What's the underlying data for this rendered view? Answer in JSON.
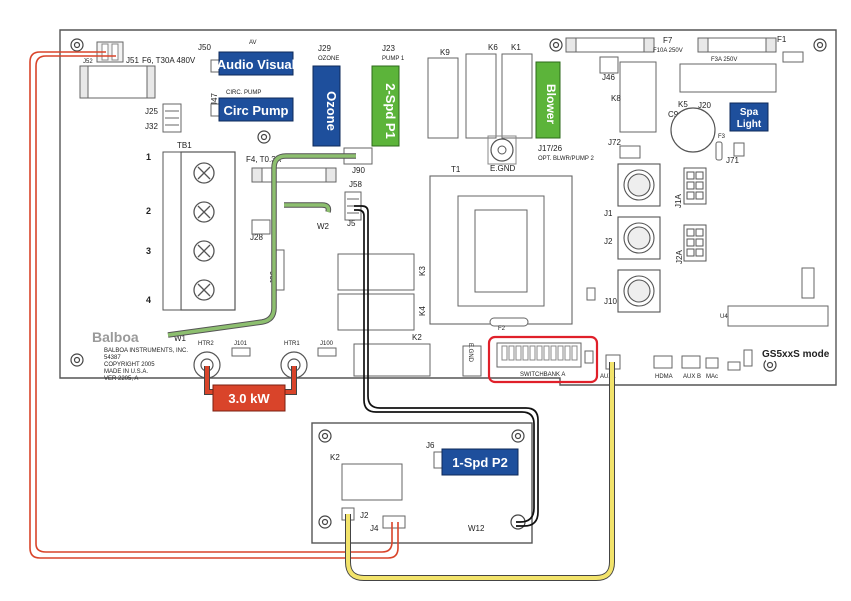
{
  "main_board": {
    "fuse_f6": "F6, T30A 480V",
    "j51": "J51",
    "j52": "J52",
    "j50": "J50",
    "j50_top": "AV",
    "j47": "J47",
    "j47_sub": "CIRC. PUMP",
    "j25": "J25",
    "j32": "J32",
    "j29": "J29",
    "j29_sub": "OZONE",
    "j23": "J23",
    "j23_sub": "PUMP 1",
    "k9": "K9",
    "k6": "K6",
    "k1": "K1",
    "f7": "F7",
    "f7_rating": "F10A 250V",
    "f1": "F1",
    "f3": "F3A 250V",
    "j46": "J46",
    "k8": "K8",
    "k5": "K5",
    "c9": "C9",
    "j20": "J20",
    "f3_small": "F3",
    "j71": "J71",
    "j72": "J72",
    "j17_26": "J17/26",
    "j17_sub": "OPT. BLWR/PUMP 2",
    "egnd": "E.GND",
    "tb1": "TB1",
    "tb1_positions": [
      "1",
      "2",
      "3",
      "4"
    ],
    "f4": "F4, T0.3A",
    "j90": "J90",
    "j58": "J58",
    "j5x": "J5",
    "w2": "W2",
    "j28": "J28",
    "j26": "J26",
    "t1": "T1",
    "k3": "K3",
    "k4": "K4",
    "j1": "J1",
    "j2": "J2",
    "j10": "J10",
    "j1a": "J1A",
    "j2a": "J2A",
    "f2": "F2",
    "u4": "U4",
    "brand": "Balboa",
    "maker_text": [
      "BALBOA INSTRUMENTS, INC.",
      "54387",
      "COPYRIGHT 2005",
      "MADE IN U.S.A.",
      "VER 2205, A"
    ],
    "w1": "W1",
    "htr2": "HTR2",
    "htr1": "HTR1",
    "j101": "J101",
    "j100": "J100",
    "k2": "K2",
    "egnd_vertical": "E.GND",
    "switchbank": "SWITCHBANK A",
    "j_small_labels": [
      "J6",
      "AUX1",
      "HDMA",
      "AUX B",
      "MAc"
    ],
    "gs5_mode": "GS5xxS mode"
  },
  "callouts": {
    "audio_visual": "Audio Visual",
    "circ_pump": "Circ Pump",
    "ozone": "Ozone",
    "pump1": "2-Spd P1",
    "blower": "Blower",
    "spa_light": [
      "Spa",
      "Light"
    ],
    "heater": "3.0 kW",
    "pump2": "1-Spd P2"
  },
  "aux_board": {
    "k2": "K2",
    "j6": "J6",
    "j2": "J2",
    "j4": "J4",
    "w12": "W12"
  },
  "colors": {
    "board_stroke": "#555555",
    "callout_blue": "#1e4f9c",
    "callout_green": "#5cb43a",
    "callout_red": "#d9442a",
    "wire_red": "#d9442a",
    "wire_green": "#8dbf6f",
    "wire_yellow": "#f2e36b",
    "wire_black": "#111111",
    "highlight": "#e0202a"
  }
}
